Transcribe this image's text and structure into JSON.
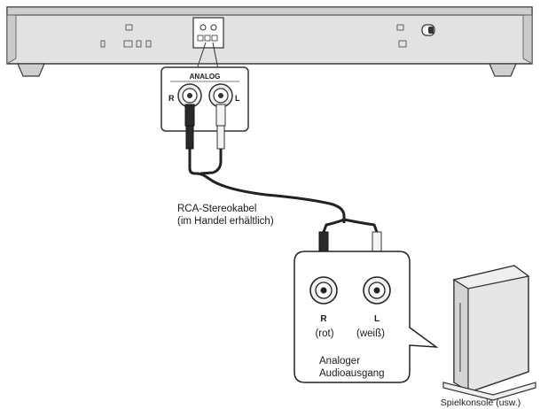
{
  "soundbar_panel": {
    "section_label": "ANALOG",
    "jack_right": "R",
    "jack_left": "L"
  },
  "cable": {
    "line1": "RCA-Stereokabel",
    "line2": "(im Handel erhältlich)"
  },
  "source_panel": {
    "jack_right": "R",
    "jack_left": "L",
    "right_color": "(rot)",
    "left_color": "(weiß)",
    "title_line1": "Analoger",
    "title_line2": "Audioausgang"
  },
  "device_caption": "Spielkonsole (usw.)",
  "colors": {
    "plug_red_side": "#2a2a2a",
    "plug_white_side": "#f4f4f4",
    "device_body": "#e6e6e6",
    "soundbar_body": "#e2e2e2"
  }
}
